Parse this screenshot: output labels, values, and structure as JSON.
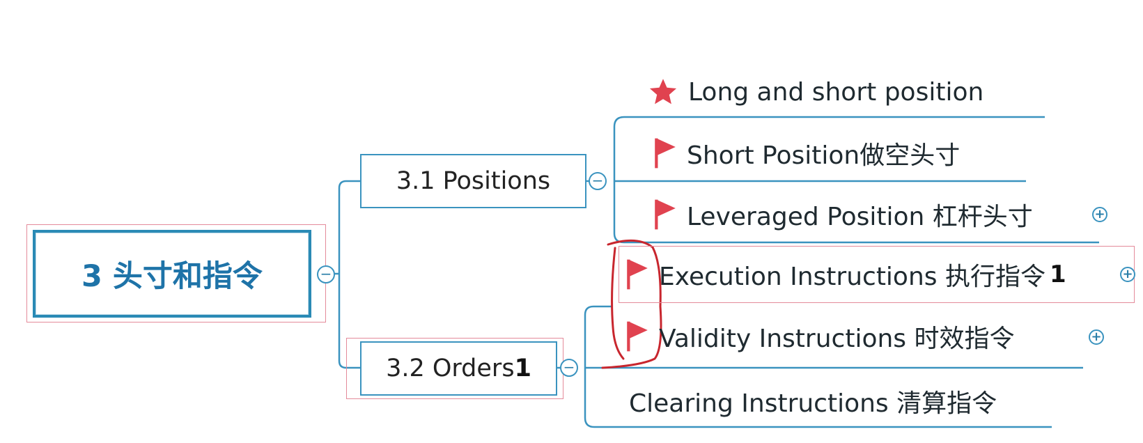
{
  "root": {
    "label": "3  头寸和指令"
  },
  "branches": [
    {
      "label": "3.1  Positions",
      "badge": ""
    },
    {
      "label": "3.2  Orders",
      "badge": "1"
    }
  ],
  "leaves": [
    {
      "label": "Long and short position",
      "icon": "star-icon"
    },
    {
      "label": "Short Position做空头寸",
      "icon": "flag-icon"
    },
    {
      "label": "Leveraged Position 杠杆头寸",
      "icon": "flag-icon"
    },
    {
      "label": "Execution Instructions 执行指令",
      "icon": "flag-icon",
      "badge": "1"
    },
    {
      "label": "Validity Instructions 时效指令",
      "icon": "flag-icon"
    },
    {
      "label": "Clearing Instructions 清算指令",
      "icon": ""
    }
  ],
  "controls": {
    "collapse_symbol": "−",
    "expand_symbol": "+"
  },
  "colors": {
    "line": "#3a93bf",
    "root_text": "#1e73a8",
    "flag": "#e0424f",
    "annotation": "#c8262e",
    "highlight_box": "#e48a9a"
  }
}
